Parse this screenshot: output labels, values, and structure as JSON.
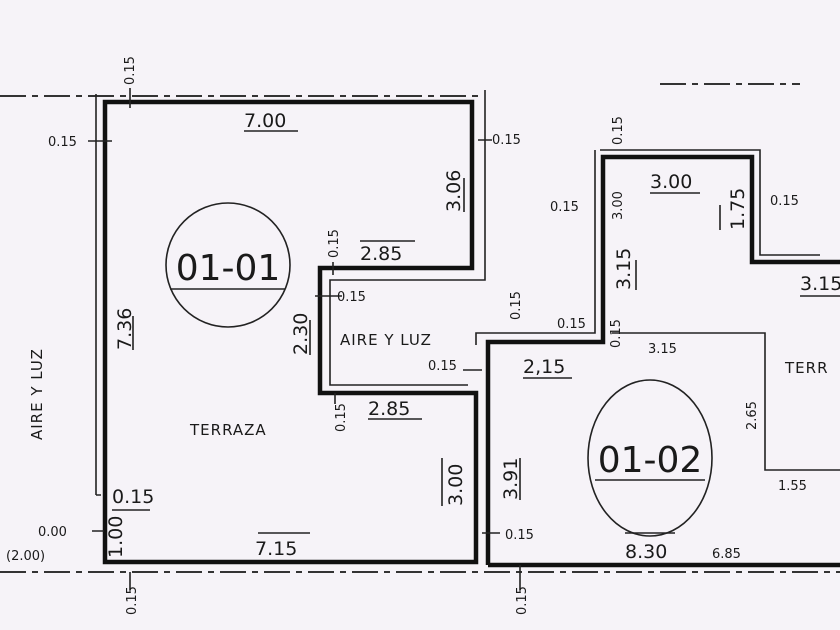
{
  "units": {
    "left": {
      "id": "01-01",
      "label": "TERRAZA",
      "light_well": "AIRE Y LUZ"
    },
    "right": {
      "id": "01-02",
      "label": "TERR"
    }
  },
  "side_label": "AIRE Y LUZ",
  "left_unit_dims": {
    "top_setback": "0.15",
    "left_offset": "0.15",
    "top_width": "7.00",
    "right_height": "3.06",
    "right_offset": "0.15",
    "notch_setback": "0.15",
    "notch_width": "2.85",
    "notch_inner": "0.15",
    "left_height": "7.36",
    "notch_height": "2.30",
    "well_offset": "0.15",
    "lower_width": "2.85",
    "lower_setback": "0.15",
    "lower_height": "3.00",
    "base_offset": "0.15",
    "level": "0.00",
    "level_paren": "(2.00)",
    "base_height": "1.00",
    "bottom_width": "7.15",
    "bottom_setback": "0.15"
  },
  "right_unit_dims": {
    "top_setback": "0.15",
    "left_offset": "0.15",
    "upper_height": "3.00",
    "top_width": "3.00",
    "right_height": "1.75",
    "right_offset": "0.15",
    "step_width": "3.15",
    "left_height": "3.15",
    "well_setback": "0.15",
    "well_offset": "0.15",
    "corner_setback": "0.15",
    "terrace_width": "3.15",
    "inner_width": "2,15",
    "terrace_height": "2.65",
    "lower_height": "3.91",
    "terrace_step": "1.55",
    "base_offset": "0.15",
    "bottom_width": "8.30",
    "bottom_extra": "6.85",
    "bottom_setback": "0.15"
  }
}
